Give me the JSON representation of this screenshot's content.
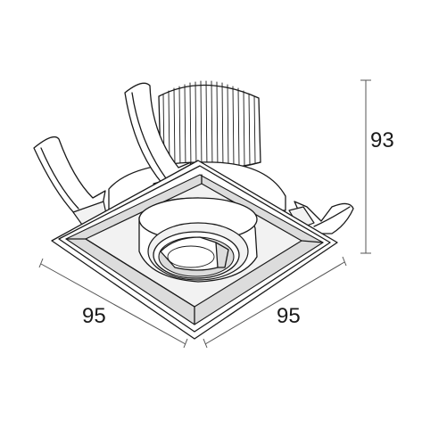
{
  "dimensions": {
    "width_left": "95",
    "width_right": "95",
    "height": "93"
  }
}
